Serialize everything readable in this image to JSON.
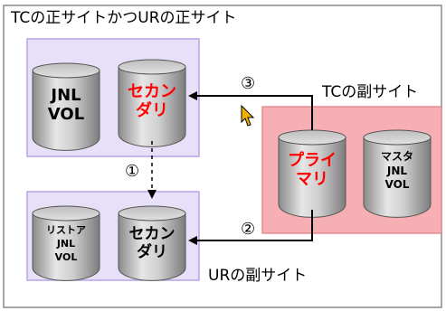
{
  "outer": {
    "title": "TCの正サイトかつURの正サイト"
  },
  "tc_sub": {
    "title": "TCの副サイト"
  },
  "ur_sub": {
    "title": "URの副サイト"
  },
  "cylinders": {
    "jnl_vol": {
      "lines": [
        "JNL",
        "VOL"
      ]
    },
    "secondary_top": {
      "lines": [
        "セカン",
        "ダリ"
      ]
    },
    "primary": {
      "lines": [
        "プライ",
        "マリ"
      ]
    },
    "master": {
      "lines": [
        "マスタ",
        "JNL",
        "VOL"
      ]
    },
    "restore": {
      "lines": [
        "リストア",
        "JNL",
        "VOL"
      ]
    },
    "secondary_bottom": {
      "lines": [
        "セカン",
        "ダリ"
      ]
    }
  },
  "steps": {
    "one": "①",
    "two": "②",
    "three": "③"
  },
  "colors": {
    "purple_box": "#e8e0f8",
    "purple_border": "#b9a3e8",
    "pink_box": "#f6b0b3",
    "pink_border": "#e88a8e",
    "red_text": "#ff0000",
    "cursor": "#f0b400"
  },
  "icons": {
    "cursor": "mouse-pointer-icon"
  }
}
